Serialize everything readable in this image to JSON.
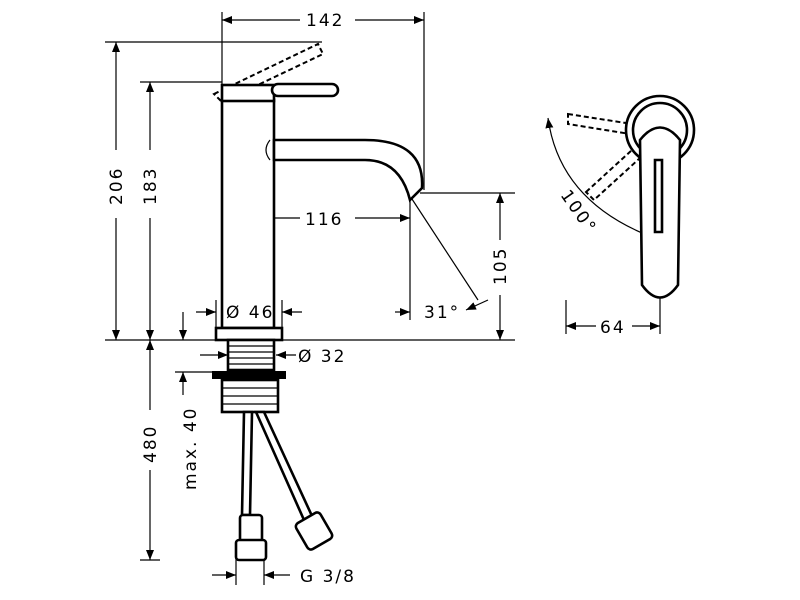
{
  "drawing": {
    "front_view": {
      "width_overall": "142",
      "height_overall": "206",
      "height_spout_top": "183",
      "spout_reach": "116",
      "spout_height": "105",
      "spout_angle": "31°",
      "base_diameter": "Ø 46",
      "thread_diameter": "Ø 32",
      "hose_length": "480",
      "max_counter_thickness": "max. 40",
      "connection_thread": "G 3/8"
    },
    "side_view": {
      "lever_angle": "100°",
      "depth": "64"
    }
  }
}
